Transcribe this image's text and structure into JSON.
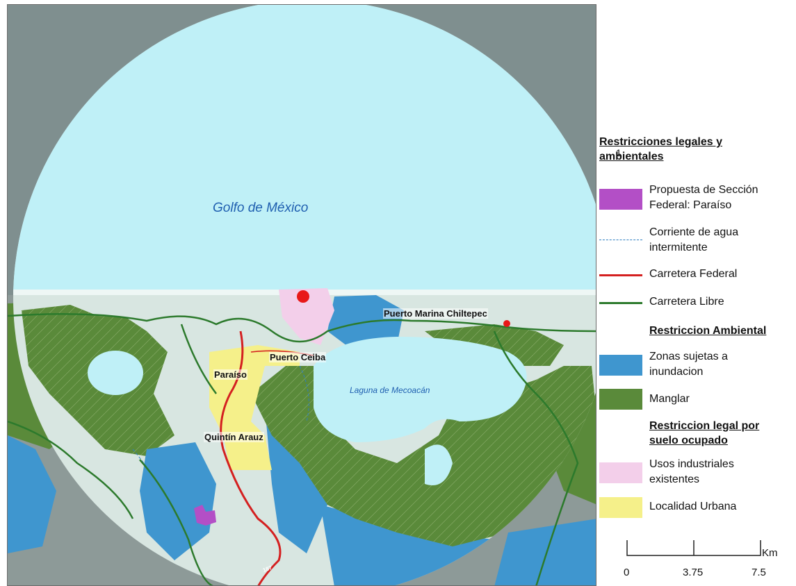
{
  "map": {
    "gulf_label": "Golfo de México",
    "lagoon_label": "Laguna de Mecoacán",
    "road_number": "187",
    "places": {
      "paraiso": "Paraíso",
      "puerto_ceiba": "Puerto Ceiba",
      "quintin_arauz": "Quintín Arauz",
      "puerto_marina": "Puerto Marina Chiltepec"
    },
    "colors": {
      "sea_buffer": "#bff0f7",
      "land": "#8d9a98",
      "land_in_buffer": "#d8e6e1",
      "mangrove": "#5a8a3a",
      "flood": "#3f96cf",
      "urban": "#f5f08a",
      "industrial": "#f3cfea",
      "federal_section": "#b34fc6",
      "federal_road": "#d42020",
      "free_road": "#2c7a2c",
      "water_stream": "#2f7fc1",
      "point": "#e81818"
    }
  },
  "legend": {
    "section1_title_line1": "Restricciones legales y",
    "section1_title_line2": "ambientales",
    "stray_mark": "1",
    "items1": [
      {
        "label_line1": "Propuesta de Sección",
        "label_line2": "Federal: Paraíso"
      },
      {
        "label_line1": "Corriente de agua",
        "label_line2": "intermitente"
      },
      {
        "label_line1": "Carretera Federal",
        "label_line2": ""
      },
      {
        "label_line1": "Carretera Libre",
        "label_line2": ""
      }
    ],
    "section2_title": "Restriccion Ambiental",
    "items2": [
      {
        "label_line1": "Zonas sujetas a",
        "label_line2": "inundacion"
      },
      {
        "label_line1": "Manglar",
        "label_line2": ""
      }
    ],
    "section3_title_line1": "Restriccion legal por",
    "section3_title_line2": "suelo ocupado",
    "items3": [
      {
        "label_line1": "Usos industriales",
        "label_line2": "existentes"
      },
      {
        "label_line1": "Localidad Urbana",
        "label_line2": ""
      }
    ]
  },
  "scalebar": {
    "unit": "Km",
    "ticks": [
      "0",
      "3.75",
      "7.5"
    ]
  }
}
